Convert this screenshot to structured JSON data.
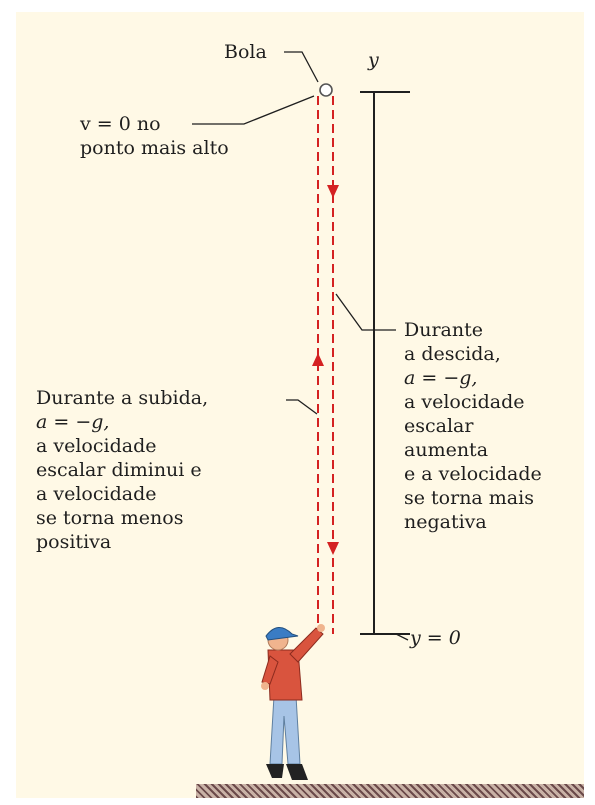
{
  "labels": {
    "bola": "Bola",
    "y_axis": "y",
    "y_zero": "y = 0",
    "top_line1": "v = 0 no",
    "top_line2": "ponto mais alto",
    "up_lines": [
      "Durante a subida,",
      "a = −g,",
      "a velocidade",
      "escalar diminui e",
      "a velocidade",
      "se torna menos",
      "positiva"
    ],
    "down_lines": [
      "Durante",
      "a descida,",
      "a = −g,",
      "a velocidade",
      "escalar",
      "aumenta",
      "e a velocidade",
      "se torna mais",
      "negativa"
    ]
  },
  "colors": {
    "background": "#fff9e6",
    "path": "#d42222",
    "axis": "#1f1f1f",
    "ground": "#9a7a70"
  }
}
